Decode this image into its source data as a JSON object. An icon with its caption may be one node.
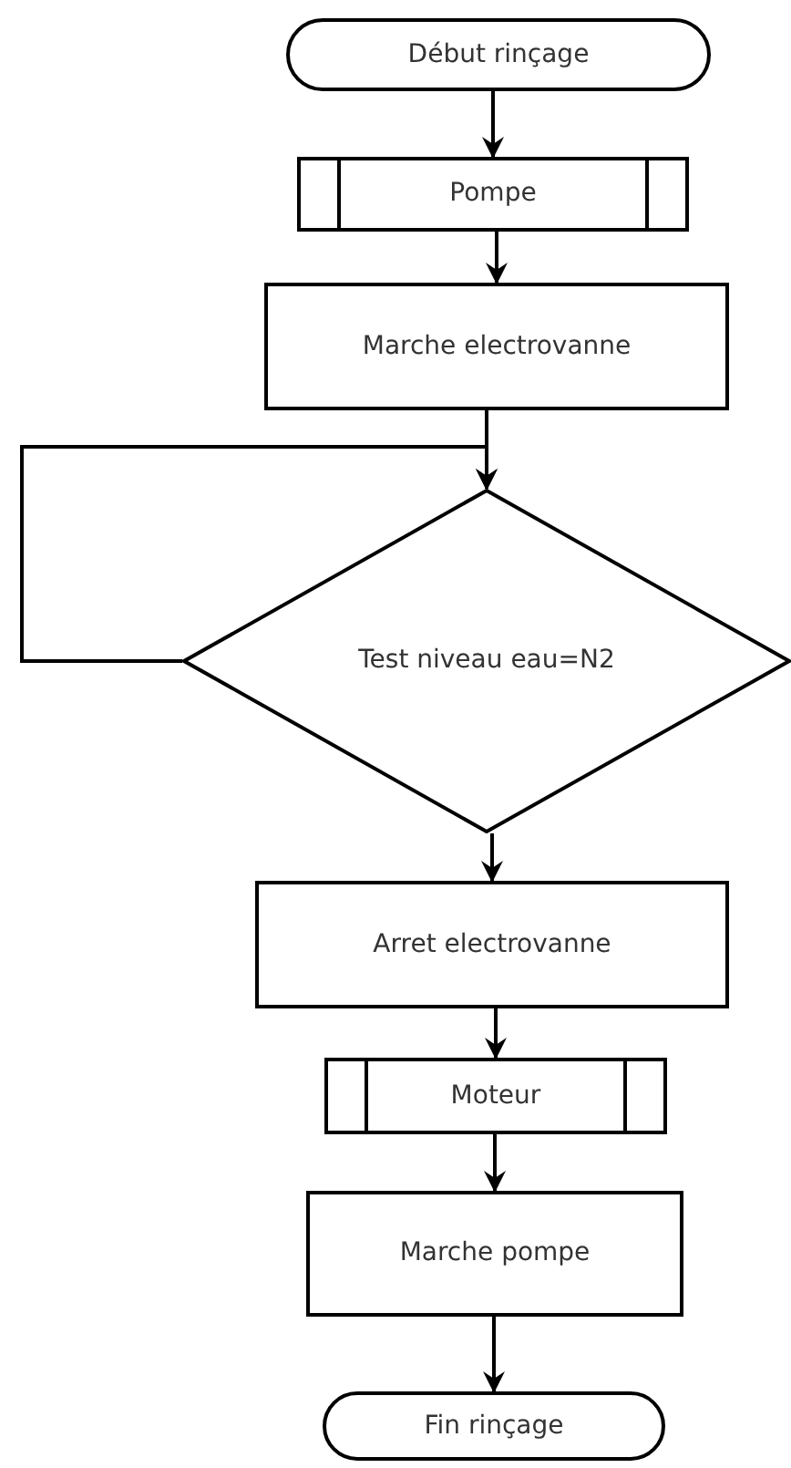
{
  "diagram": {
    "nodes": [
      {
        "text": [
          "Début rinçage"
        ]
      },
      {
        "text": [
          "Pompe"
        ]
      },
      {
        "text": [
          "Marche electrovanne"
        ]
      },
      {
        "text": [
          "Test niveau eau=N2"
        ]
      },
      {
        "text": [
          "Arret electrovanne"
        ]
      },
      {
        "text": [
          "Moteur"
        ]
      },
      {
        "text": [
          "Marche pompe"
        ]
      },
      {
        "text": [
          "Fin rinçage"
        ]
      }
    ],
    "edges": [
      {
        "from": 0,
        "to": 1,
        "arrow": "to"
      },
      {
        "from": 1,
        "to": 2,
        "arrow": "to"
      },
      {
        "from": 2,
        "to": 3,
        "arrow": "to"
      },
      {
        "from": 3,
        "to": 3,
        "arrow": "to"
      },
      {
        "from": 3,
        "to": 4,
        "arrow": "to"
      },
      {
        "from": 4,
        "to": 5,
        "arrow": "to"
      },
      {
        "from": 5,
        "to": 6,
        "arrow": "to"
      },
      {
        "from": 6,
        "to": 7,
        "arrow": "to"
      }
    ]
  }
}
